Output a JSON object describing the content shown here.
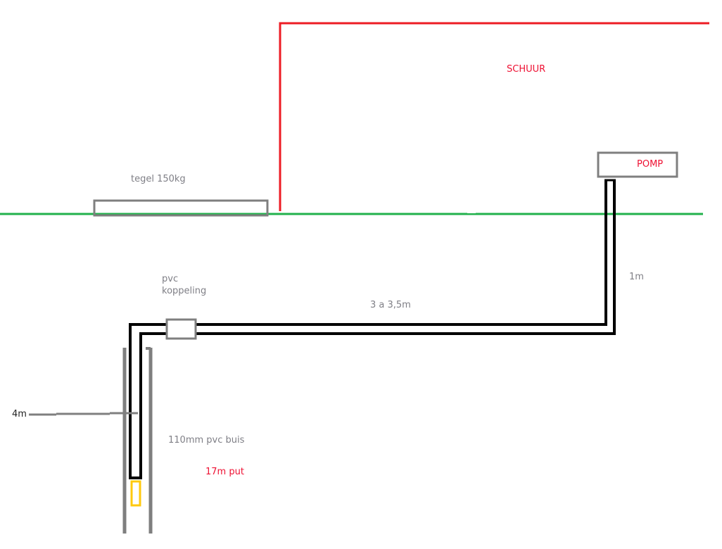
{
  "labels": {
    "shed": "SCHUUR",
    "pump": "POMP",
    "tile": "tegel 150kg",
    "coupling_line1": "pvc",
    "coupling_line2": "koppeling",
    "horizontal_length": "3 a 3,5m",
    "vertical_length": "1m",
    "depth_marker": "4m",
    "casing": "110mm pvc buis",
    "well_depth": "17m put"
  },
  "colors": {
    "shed_outline": "#ed1c24",
    "ground_line": "#22b14c",
    "pipe": "#000000",
    "casing": "#7f7f7f",
    "tile": "#7f7f7f",
    "coupling": "#7f7f7f",
    "pump_box": "#7f7f7f",
    "filter": "#ffc90e",
    "label_grey": "#7f7f86",
    "label_red": "#ee1133"
  }
}
